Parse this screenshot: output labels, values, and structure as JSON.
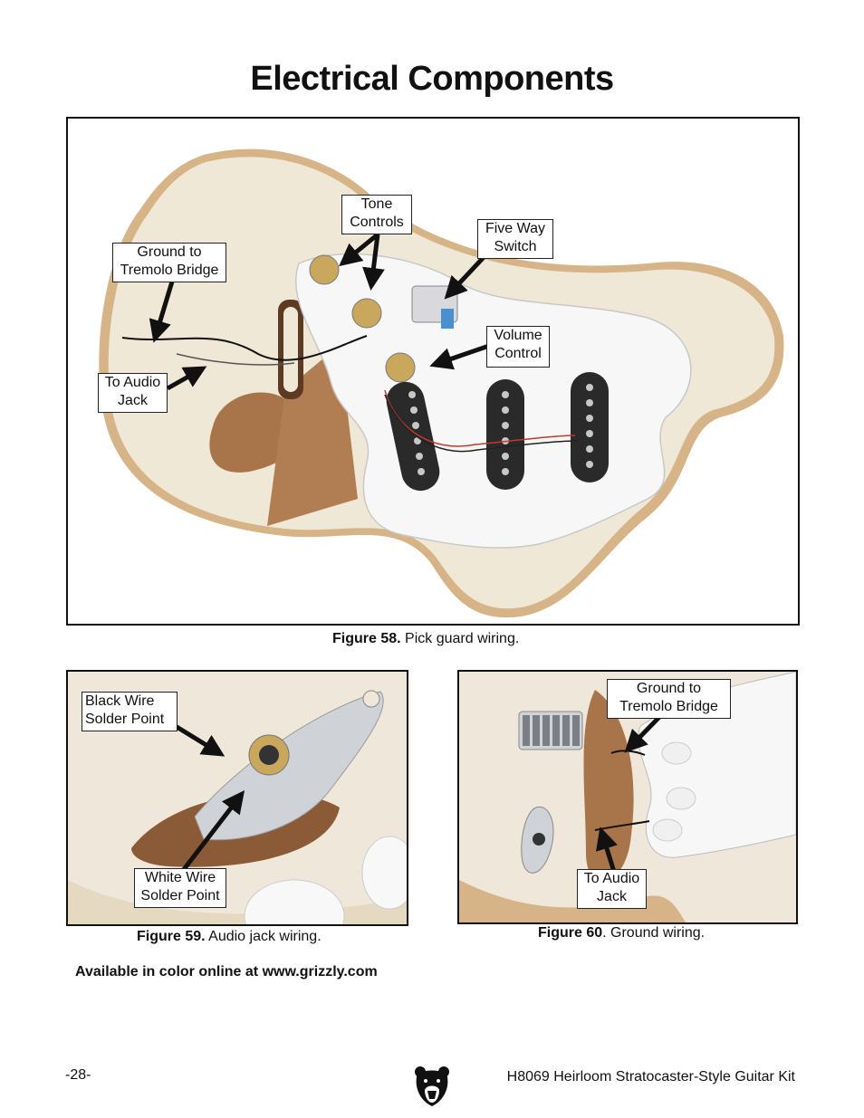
{
  "page": {
    "title": "Electrical Components",
    "note": "Available in color online at www.grizzly.com",
    "page_number": "-28-",
    "footer_title": "H8069 Heirloom Stratocaster-Style Guitar Kit"
  },
  "figure58": {
    "caption_num": "Figure 58.",
    "caption_text": " Pick guard wiring.",
    "labels": {
      "tone": "Tone\nControls",
      "five_way": "Five Way\nSwitch",
      "ground": "Ground to\nTremolo Bridge",
      "volume": "Volume\nControl",
      "audio": "To Audio\nJack"
    }
  },
  "figure59": {
    "caption_num": "Figure 59.",
    "caption_text": " Audio jack wiring.",
    "labels": {
      "black": "Black Wire\nSolder Point",
      "white": "White Wire\nSolder Point"
    }
  },
  "figure60": {
    "caption_num": "Figure 60",
    "caption_text": ". Ground wiring.",
    "labels": {
      "ground": "Ground to\nTremolo Bridge",
      "audio": "To Audio\nJack"
    }
  }
}
